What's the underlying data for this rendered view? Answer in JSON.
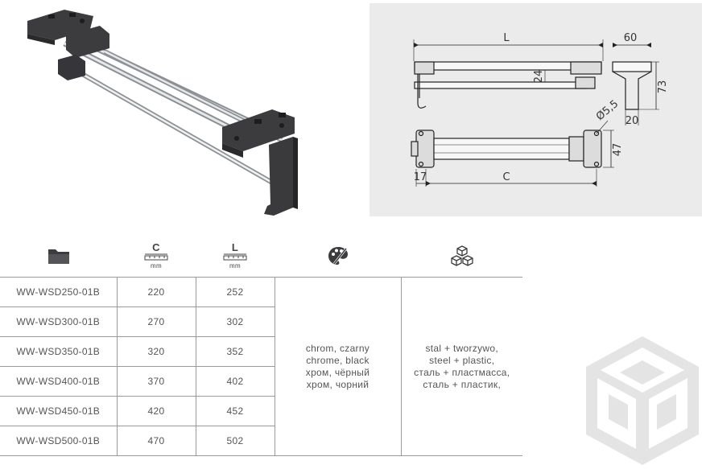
{
  "drawing": {
    "L": "L",
    "w60": "60",
    "h24": "24",
    "h73": "73",
    "w20": "20",
    "dia": "Ø5,5",
    "h47": "47",
    "w17": "17",
    "C": "C"
  },
  "table": {
    "header": {
      "c_letter": "C",
      "c_unit": "mm",
      "l_letter": "L",
      "l_unit": "mm"
    },
    "rows": [
      {
        "code": "WW-WSD250-01B",
        "c": "220",
        "l": "252"
      },
      {
        "code": "WW-WSD300-01B",
        "c": "270",
        "l": "302"
      },
      {
        "code": "WW-WSD350-01B",
        "c": "320",
        "l": "352"
      },
      {
        "code": "WW-WSD400-01B",
        "c": "370",
        "l": "402"
      },
      {
        "code": "WW-WSD450-01B",
        "c": "420",
        "l": "452"
      },
      {
        "code": "WW-WSD500-01B",
        "c": "470",
        "l": "502"
      }
    ],
    "finish": [
      "chrom, czarny",
      "chrome, black",
      "хром, чёрный",
      "хром, чорний"
    ],
    "material": [
      "stal + tworzywo,",
      "steel + plastic,",
      "сталь + пластмасса,",
      "сталь + пластик,"
    ]
  },
  "colors": {
    "drawing_bg": "#ebebeb",
    "border": "#9a9a9a",
    "plastic": "#3c3c3e",
    "chrome": "#b8bcc0",
    "watermark": "#e4e4e4"
  }
}
